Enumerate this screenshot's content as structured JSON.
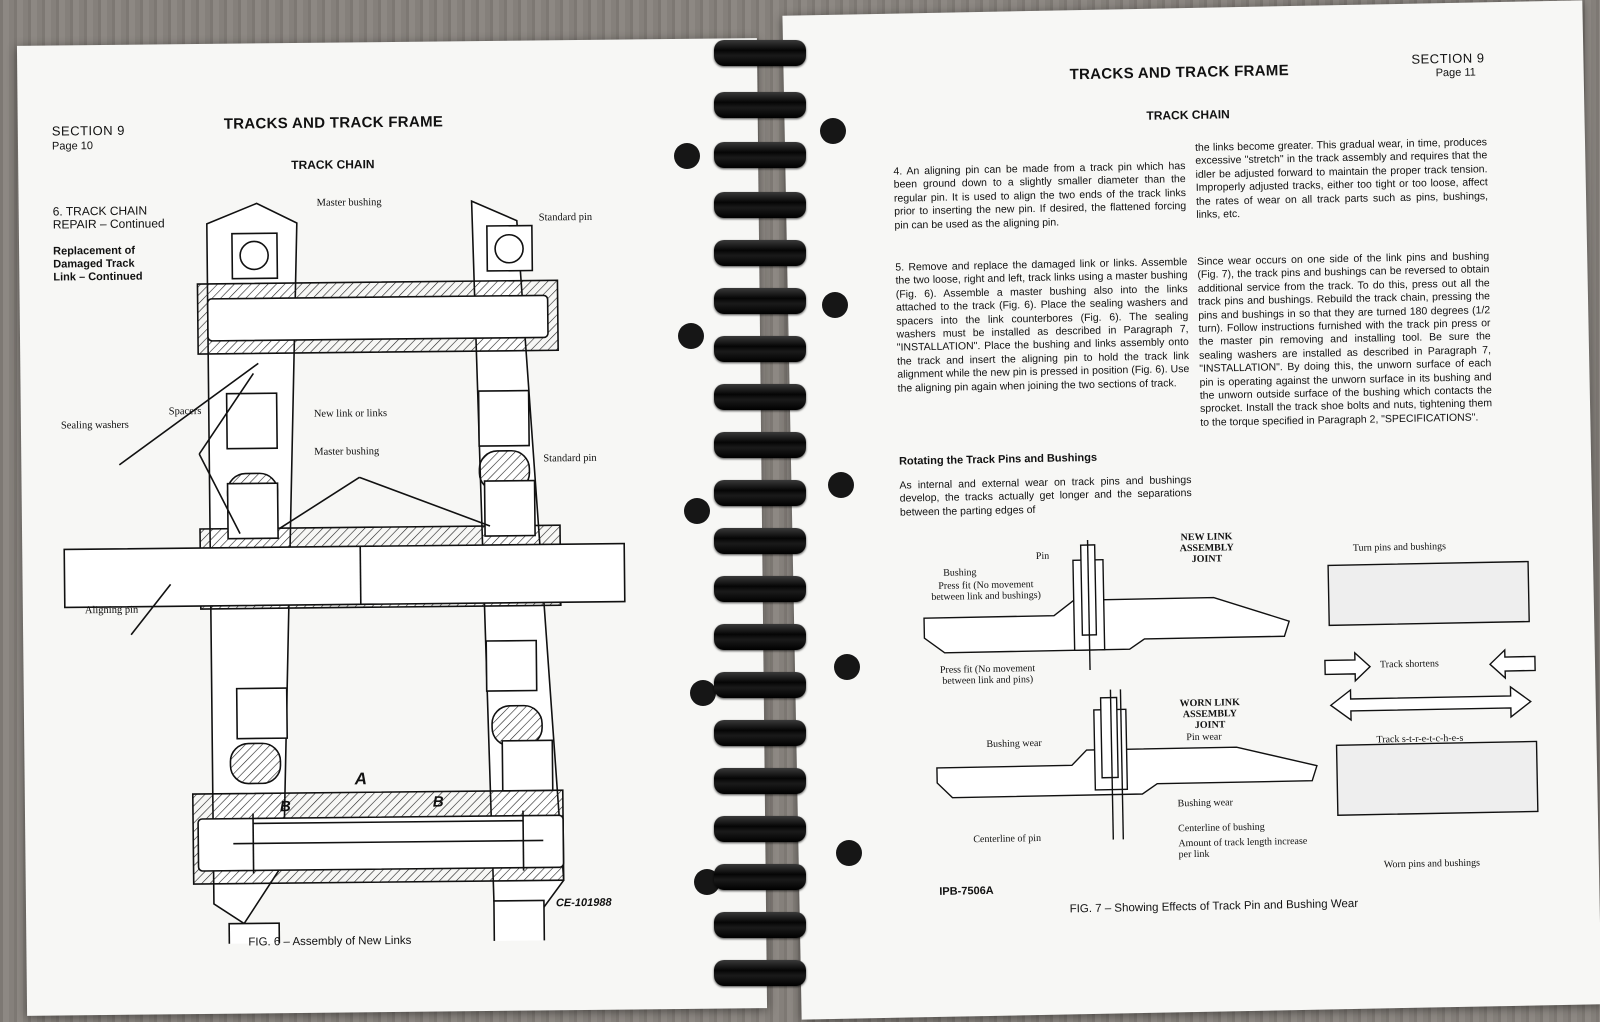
{
  "left_page": {
    "section": "SECTION 9",
    "page": "Page 10",
    "title": "TRACKS AND TRACK FRAME",
    "subtitle": "TRACK CHAIN",
    "side_heading_1": "6. TRACK CHAIN",
    "side_heading_2": "REPAIR – Continued",
    "side_heading_3": "Replacement of Damaged Track Link – Continued",
    "figure_labels": {
      "master_bushing_top": "Master bushing",
      "standard_pin_top": "Standard pin",
      "sealing_washers": "Sealing washers",
      "spacers": "Spacers",
      "new_links": "New link or links",
      "master_bushing_mid": "Master bushing",
      "standard_pin_mid": "Standard pin",
      "aligning_pin": "Aligning pin",
      "dim_a": "A",
      "dim_b1": "B",
      "dim_b2": "B"
    },
    "figure_code": "CE-101988",
    "caption": "FIG. 6 – Assembly of New Links"
  },
  "right_page": {
    "section": "SECTION 9",
    "page": "Page 11",
    "title": "TRACKS AND TRACK FRAME",
    "subtitle": "TRACK CHAIN",
    "para_4": "4. An aligning pin can be made from a track pin which has been ground down to a slightly smaller diameter than the regular pin. It is used to align the two ends of the track links prior to inserting the new pin. If desired, the flattened forcing pin can be used as the aligning pin.",
    "para_5": "5. Remove and replace the damaged link or links. Assemble the two loose, right and left, track links using a master bushing (Fig. 6). Assemble a master bushing also into the links attached to the track (Fig. 6). Place the sealing washers and spacers into the link counterbores (Fig. 6). The sealing washers must be installed as described in Paragraph 7, \"INSTALLATION\". Place the bushing and links assembly onto the track and insert the aligning pin to hold the track link alignment while the new pin is pressed in position (Fig. 6). Use the aligning pin again when joining the two sections of track.",
    "rotating_heading": "Rotating the Track Pins and Bushings",
    "para_rotating": "As internal and external wear on track pins and bushings develop, the tracks actually get longer and the separations between the parting edges of",
    "para_col2_a": "the links become greater. This gradual wear, in time, produces excessive \"stretch\" in the track assembly and requires that the idler be adjusted forward to maintain the proper track tension. Improperly adjusted tracks, either too tight or too loose, affect the rates of wear on all track parts such as pins, bushings, links, etc.",
    "para_col2_b": "Since wear occurs on one side of the link pins and bushing (Fig. 7), the track pins and bushings can be reversed to obtain additional service from the track. To do this, press out all the track pins and bushings. Rebuild the track chain, pressing the pins and bushings in so that they are turned 180 degrees (1/2 turn). Follow instructions furnished with the track pin press or the master pin removing and installing tool. Be sure the sealing washers are installed as described in Paragraph 7, \"INSTALLATION\". By doing this, the unworn surface of each pin is operating against the unworn surface in its bushing and the unworn outside surface of the bushing which contacts the sprocket. Install the track shoe bolts and nuts, tightening them to the torque specified in Paragraph 2, \"SPECIFICATIONS\".",
    "fig7": {
      "new_joint_title": "NEW LINK ASSEMBLY JOINT",
      "pin": "Pin",
      "bushing": "Bushing",
      "press_fit_1": "Press fit (No movement between link and bushings)",
      "press_fit_2": "Press fit (No movement between link and pins)",
      "worn_joint_title": "WORN LINK ASSEMBLY JOINT",
      "bushing_wear_1": "Bushing wear",
      "pin_wear": "Pin wear",
      "bushing_wear_2": "Bushing wear",
      "centerline_pin": "Centerline of pin",
      "centerline_bushing": "Centerline of bushing",
      "amount_increase": "Amount of track length increase per link",
      "turn_pins": "Turn pins and bushings",
      "track_shortens": "Track shortens",
      "track_stretches": "Track s-t-r-e-t-c-h-e-s",
      "worn_pins": "Worn pins and bushings",
      "code": "IPB-7506A"
    },
    "caption": "FIG. 7 – Showing Effects of Track Pin and Bushing Wear"
  }
}
